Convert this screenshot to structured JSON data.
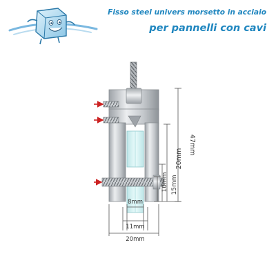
{
  "header": {
    "title_line1": "Fisso steel univers morsetto in acciaio",
    "title_line2": "per pannelli con cavi",
    "logo_icon": "smiling-cube-mascot-icon"
  },
  "colors": {
    "title": "#1f86bf",
    "swoosh": "#7ab8e0",
    "metal_light": "#e2e4e6",
    "metal_mid": "#b9bdc1",
    "metal_dark": "#8d9296",
    "glass": "#cfeff0",
    "arrow": "#cc2222",
    "dimension_line": "#555555"
  },
  "dimensions": {
    "total_height": "47mm",
    "height_20": "20mm",
    "height_15": "15mm",
    "height_10": "10mm",
    "width_8": "8mm",
    "width_11": "11mm",
    "width_20": "20mm"
  }
}
